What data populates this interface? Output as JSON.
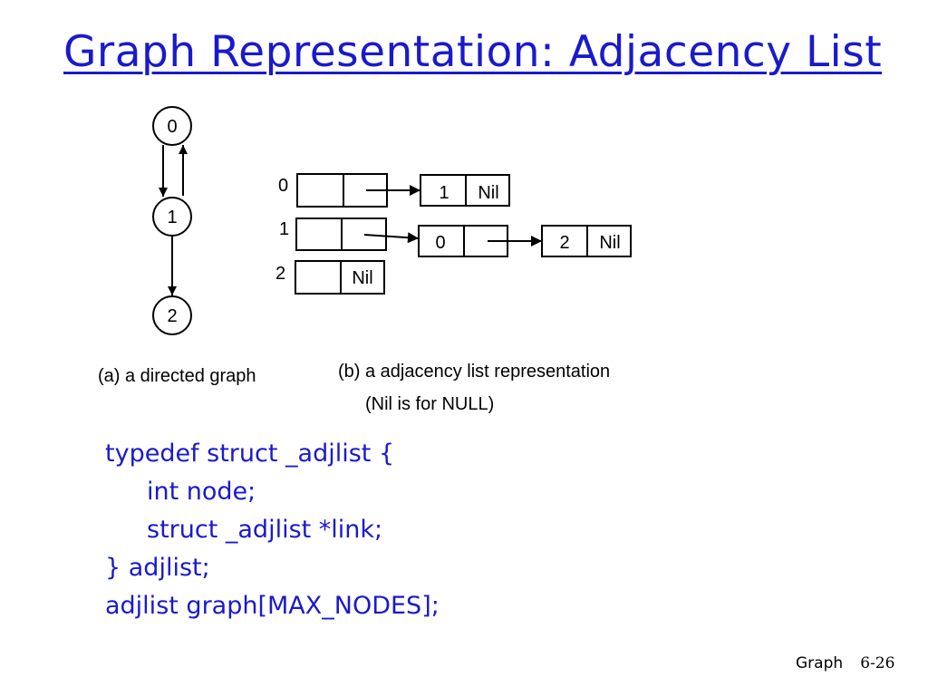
{
  "title": "Graph Representation: Adjacency List",
  "diagram": {
    "graph": {
      "nodes": [
        "0",
        "1",
        "2"
      ],
      "edges": [
        [
          "0",
          "1"
        ],
        [
          "1",
          "0"
        ],
        [
          "1",
          "2"
        ]
      ],
      "caption": "(a) a directed graph"
    },
    "adjacency_list": {
      "row_labels": [
        "0",
        "1",
        "2"
      ],
      "nil_label": "Nil",
      "list_nodes": [
        {
          "row": "0",
          "value": "1",
          "next": "Nil"
        },
        {
          "row": "1",
          "value": "0",
          "next": "ptr"
        },
        {
          "row": "1",
          "value": "2",
          "next": "Nil"
        }
      ],
      "caption": "(b) a adjacency list representation",
      "subcaption": "(Nil is for NULL)"
    }
  },
  "code": [
    "typedef struct _adjlist {",
    "int node;",
    "struct _adjlist *link;",
    "} adjlist;",
    "adjlist graph[MAX_NODES];"
  ],
  "footer": {
    "label": "Graph",
    "page": "6-26"
  }
}
